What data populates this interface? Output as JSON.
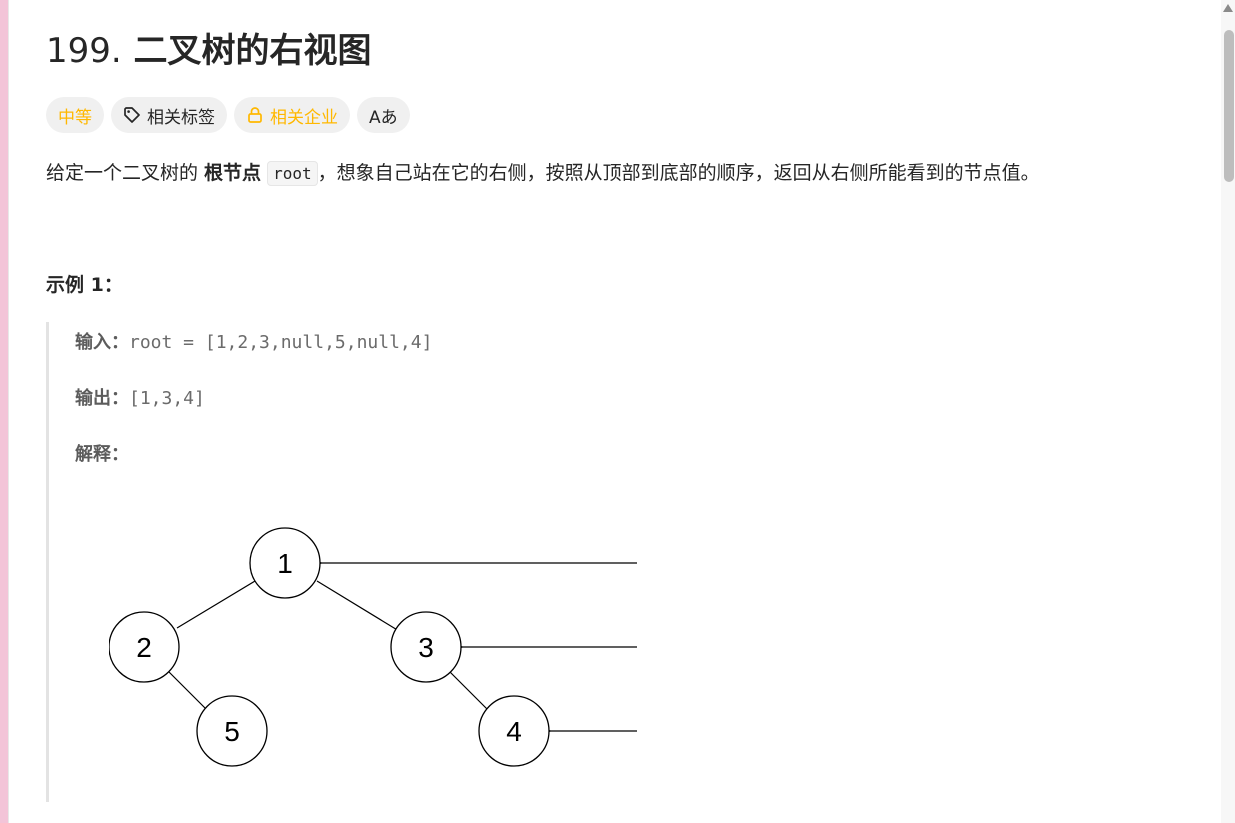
{
  "problem": {
    "number": "199.",
    "name": "二叉树的右视图"
  },
  "tags": {
    "difficulty": "中等",
    "related_tags": "相关标签",
    "related_companies": "相关企业",
    "translate": "Aあ"
  },
  "description": {
    "part1": "给定一个二叉树的 ",
    "bold": "根节点",
    "code": "root",
    "part2": "，想象自己站在它的右侧，按照从顶部到底部的顺序，返回从右侧所能看到的节点值。"
  },
  "example": {
    "title": "示例 1：",
    "input_label": "输入：",
    "input_value": "root = [1,2,3,null,5,null,4]",
    "output_label": "输出：",
    "output_value": "[1,3,4]",
    "explanation_label": "解释："
  },
  "tree": {
    "nodes": [
      "1",
      "2",
      "3",
      "5",
      "4"
    ]
  },
  "colors": {
    "difficulty": "#ffb800",
    "company": "#ffb800",
    "text": "#262626"
  }
}
